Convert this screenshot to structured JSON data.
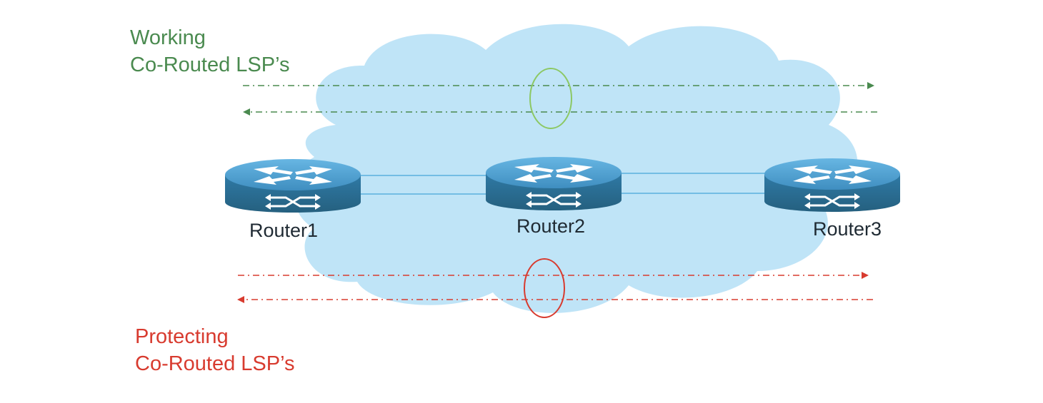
{
  "working": {
    "line1": "Working",
    "line2": "Co-Routed LSP’s",
    "color": "#4a8a4f",
    "marker_color": "#8cc864"
  },
  "protecting": {
    "line1": "Protecting",
    "line2": "Co-Routed LSP’s",
    "color": "#d83b2f",
    "marker_color": "#d83b2f"
  },
  "routers": [
    {
      "label": "Router1"
    },
    {
      "label": "Router2"
    },
    {
      "label": "Router3"
    }
  ],
  "colors": {
    "cloud": "#bfe4f7",
    "router_top": "#4f9fcf",
    "router_side": "#2f6f99",
    "link": "#5ab0dd"
  }
}
